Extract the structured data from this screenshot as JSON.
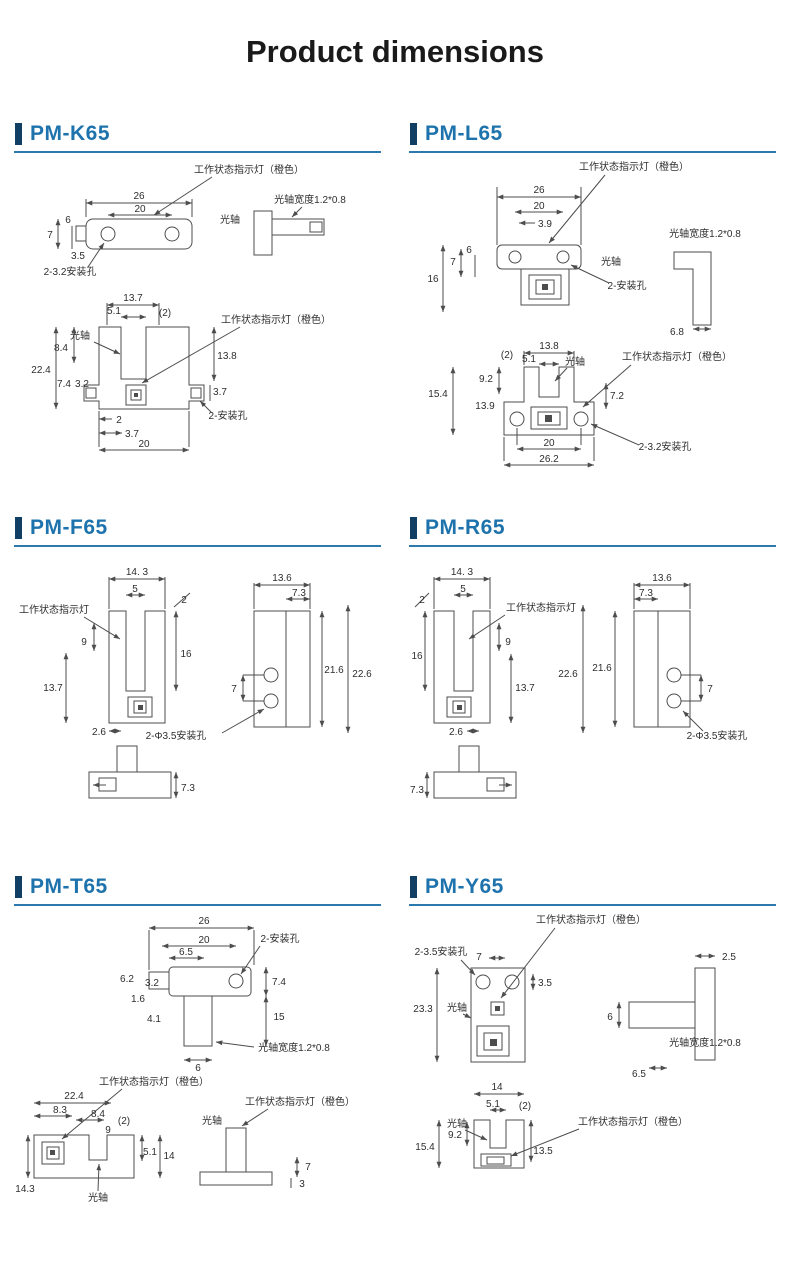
{
  "page": {
    "title": "Product dimensions"
  },
  "colors": {
    "accent_bar": "#113f63",
    "heading": "#1e73ad",
    "rule": "#2b79ad",
    "line": "#4d4d4d"
  },
  "panels": {
    "k65": {
      "title": "PM-K65",
      "labels": {
        "led_top": "工作状态指示灯（橙色）",
        "beam": "光轴宽度1.2*0.8",
        "axis_top": "光轴",
        "mount_top": "2-3.2安装孔",
        "d26": "26",
        "d20": "20",
        "d7": "7",
        "d6": "6",
        "d35": "3.5",
        "d137": "13.7",
        "d51": "5.1",
        "d2p": "(2)",
        "axis_front": "光轴",
        "d84": "8.4",
        "d224": "22.4",
        "d74": "7.4",
        "d32": "3.2",
        "d138": "13.8",
        "d37r": "3.7",
        "led_front": "工作状态指示灯（橙色）",
        "mount_front": "2-安装孔",
        "d2": "2",
        "d37b": "3.7",
        "d20b": "20"
      }
    },
    "l65": {
      "title": "PM-L65",
      "labels": {
        "led_top": "工作状态指示灯（橙色）",
        "d26": "26",
        "d20": "20",
        "d39": "3.9",
        "beam": "光轴宽度1.2*0.8",
        "d7": "7",
        "d6": "6",
        "d16": "16",
        "axis_top": "光轴",
        "mount_top": "2-安装孔",
        "d68": "6.8",
        "d138": "13.8",
        "d2p": "(2)",
        "d51": "5.1",
        "axis_front": "光轴",
        "led_front": "工作状态指示灯（橙色）",
        "d92": "9.2",
        "d154": "15.4",
        "d139": "13.9",
        "d72": "7.2",
        "d20b": "20",
        "d262": "26.2",
        "mount_front": "2-3.2安装孔"
      }
    },
    "f65": {
      "title": "PM-F65",
      "labels": {
        "d143": "14. 3",
        "d5": "5",
        "d2": "2",
        "led": "工作状态指示灯",
        "d9": "9",
        "d16": "16",
        "d137": "13.7",
        "d26": "2.6",
        "mount": "2-Φ3.5安装孔",
        "d136": "13.6",
        "d73": "7.3",
        "d216": "21.6",
        "d226": "22.6",
        "d7": "7",
        "d73b": "7.3"
      }
    },
    "r65": {
      "title": "PM-R65",
      "labels": {
        "d143": "14. 3",
        "d2": "2",
        "d5": "5",
        "led": "工作状态指示灯",
        "d9": "9",
        "d16": "16",
        "d137": "13.7",
        "d26": "2.6",
        "d226": "22.6",
        "d216": "21.6",
        "d136": "13.6",
        "d73": "7.3",
        "d7": "7",
        "mount": "2-Φ3.5安装孔",
        "d73b": "7.3"
      }
    },
    "t65": {
      "title": "PM-T65",
      "labels": {
        "d26": "26",
        "mount_top": "2-安装孔",
        "d20": "20",
        "d65": "6.5",
        "d74": "7.4",
        "d15": "15",
        "d62": "6.2",
        "d32": "3.2",
        "d16": "1.6",
        "d41": "4.1",
        "beam": "光轴宽度1.2*0.8",
        "d6": "6",
        "led1": "工作状态指示灯（橙色）",
        "d224": "22.4",
        "d83": "8.3",
        "d84": "8.4",
        "d2p": "(2)",
        "d9": "9",
        "d143": "14.3",
        "d51": "5.1",
        "d14": "14",
        "axis1": "光轴",
        "led2": "工作状态指示灯（橙色）",
        "axis2": "光轴",
        "d7": "7",
        "d3": "3"
      }
    },
    "y65": {
      "title": "PM-Y65",
      "labels": {
        "led_top": "工作状态指示灯（橙色）",
        "mount": "2-3.5安装孔",
        "d7": "7",
        "d35": "3.5",
        "d25": "2.5",
        "d233": "23.3",
        "axis_top": "光轴",
        "d6": "6",
        "beam": "光轴宽度1.2*0.8",
        "d65": "6.5",
        "d14": "14",
        "d51": "5.1",
        "d2p": "(2)",
        "d92": "9.2",
        "d154": "15.4",
        "axis_bottom": "光轴",
        "led_bottom": "工作状态指示灯（橙色）",
        "d135": "13.5"
      }
    }
  }
}
